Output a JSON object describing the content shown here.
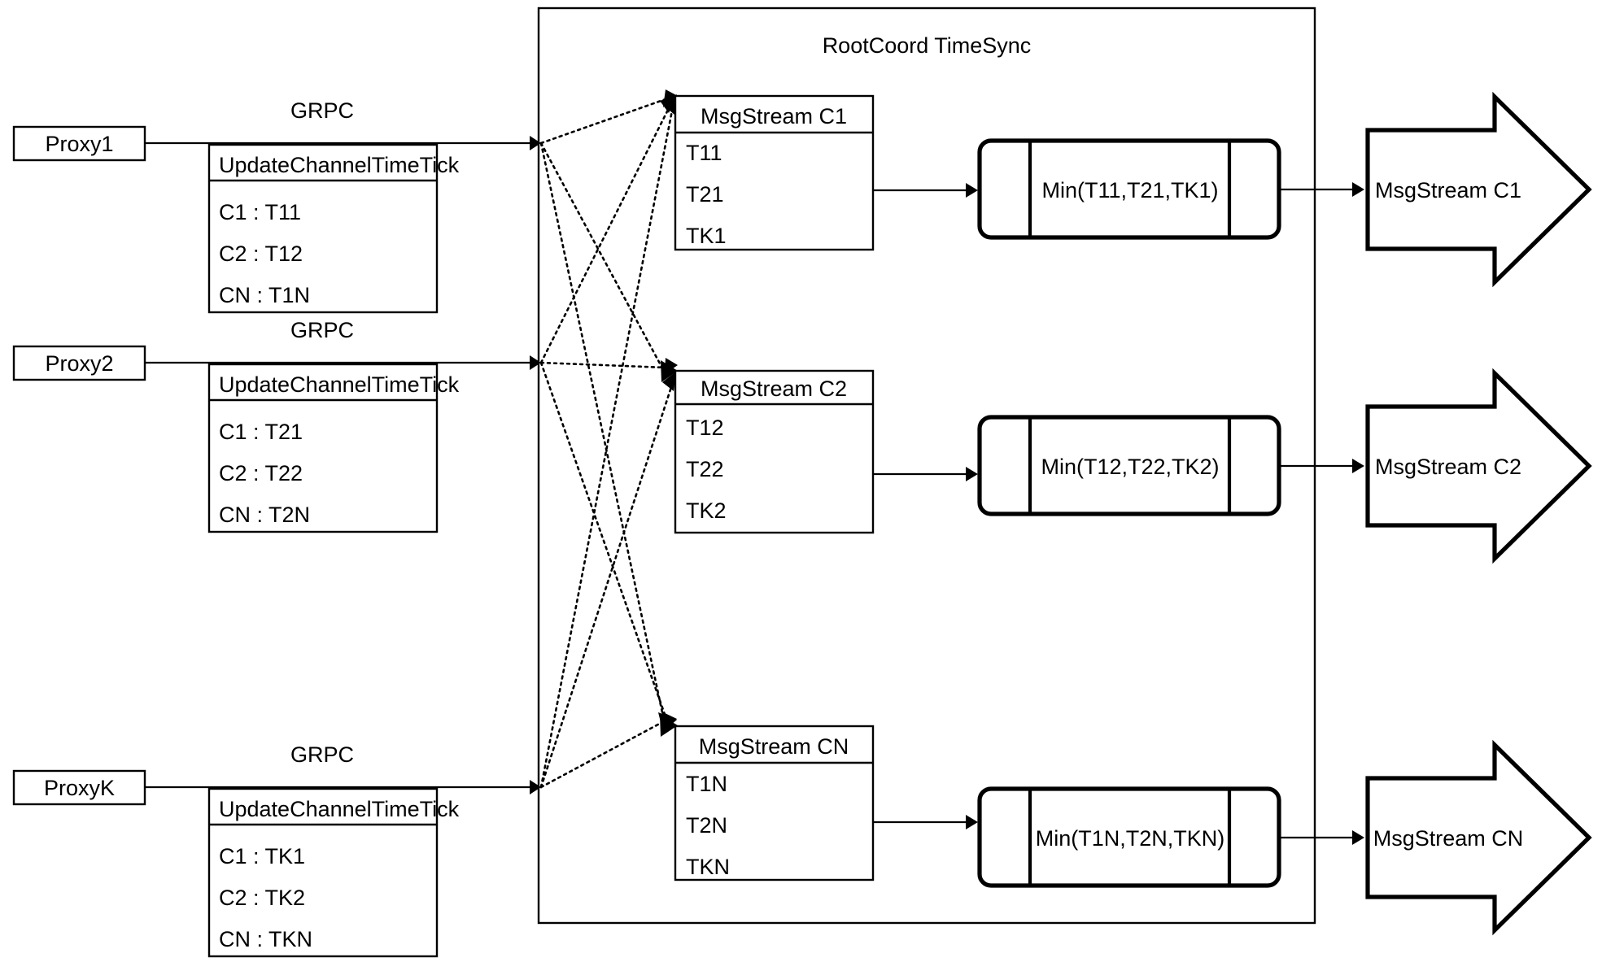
{
  "container": {
    "title": "RootCoord TimeSync"
  },
  "proxies": [
    {
      "name": "Proxy1",
      "protocol": "GRPC",
      "rpc_title": "UpdateChannelTimeTick",
      "rows": [
        "C1 :  T11",
        "C2 :  T12",
        "CN : T1N"
      ]
    },
    {
      "name": "Proxy2",
      "protocol": "GRPC",
      "rpc_title": "UpdateChannelTimeTick",
      "rows": [
        "C1 :  T21",
        "C2 :  T22",
        "CN : T2N"
      ]
    },
    {
      "name": "ProxyK",
      "protocol": "GRPC",
      "rpc_title": "UpdateChannelTimeTick",
      "rows": [
        "C1 :  TK1",
        "C2 :  TK2",
        "CN : TKN"
      ]
    }
  ],
  "channels": [
    {
      "stream_title": "MsgStream C1",
      "stream_rows": [
        "T11",
        "T21",
        "TK1"
      ],
      "min_label": "Min(T11,T21,TK1)",
      "output_label": "MsgStream C1"
    },
    {
      "stream_title": "MsgStream C2",
      "stream_rows": [
        "T12",
        "T22",
        "TK2"
      ],
      "min_label": "Min(T12,T22,TK2)",
      "output_label": "MsgStream C2"
    },
    {
      "stream_title": "MsgStream CN",
      "stream_rows": [
        "T1N",
        "T2N",
        "TKN"
      ],
      "min_label": "Min(T1N,T2N,TKN)",
      "output_label": "MsgStream CN"
    }
  ],
  "colors": {
    "stroke": "#000000",
    "background": "#ffffff",
    "text": "#000000"
  }
}
